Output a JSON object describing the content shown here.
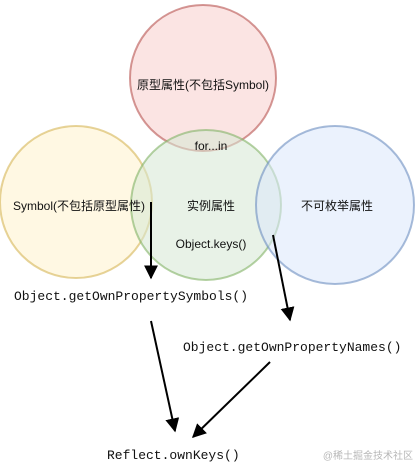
{
  "circles": {
    "top": {
      "label": "原型属性(不包括Symbol)",
      "fill": "#f8cecc",
      "stroke": "#b85450"
    },
    "left": {
      "label": "Symbol(不包括原型属性)",
      "fill": "#fff2cc",
      "stroke": "#d6b656"
    },
    "middle": {
      "label": "实例属性",
      "fill": "#d5e8d4",
      "stroke": "#82b366"
    },
    "right": {
      "label": "不可枚举属性",
      "fill": "#dae8fc",
      "stroke": "#6c8ebf"
    }
  },
  "region_labels": {
    "for_in": "for...in",
    "object_keys": "Object.keys()"
  },
  "methods": {
    "get_own_property_symbols": "Object.getOwnPropertySymbols()",
    "get_own_property_names": "Object.getOwnPropertyNames()",
    "reflect_own_keys": "Reflect.ownKeys()"
  },
  "watermark": "@稀土掘金技术社区"
}
